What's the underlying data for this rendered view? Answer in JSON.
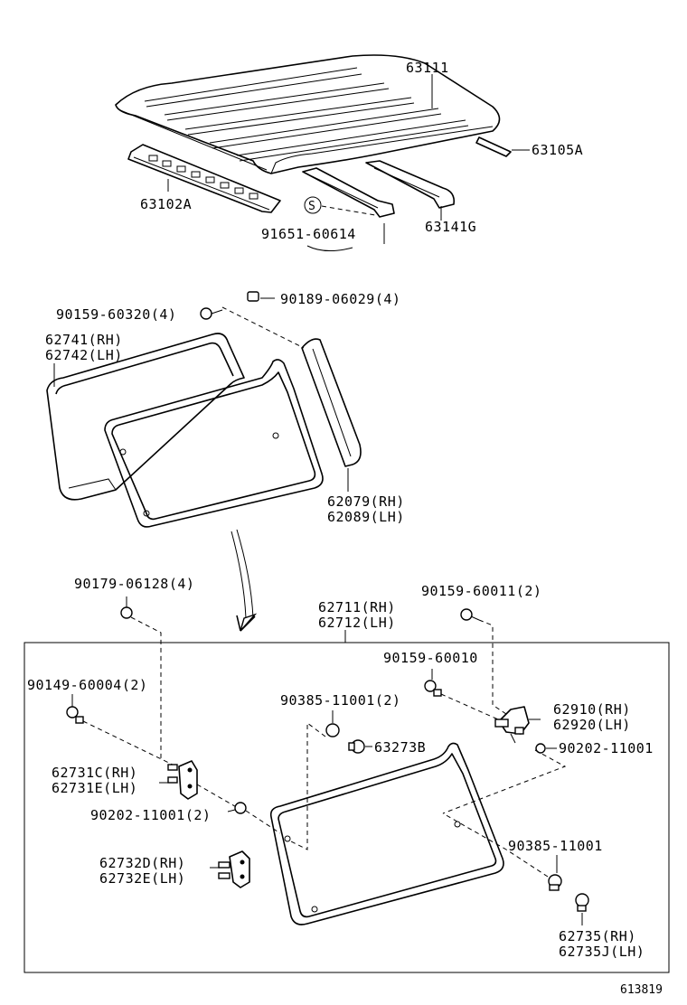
{
  "labels": {
    "roof_panel": "63111",
    "molding_right": "63105A",
    "rail_front": "63102A",
    "rail_side": "63141G",
    "s_mark": "S",
    "bolt_roof": "91651-60614",
    "screw_a": "90159-60320(4)",
    "nut_a": "90189-06029(4)",
    "glass_rh": "62741(RH)",
    "glass_lh": "62742(LH)",
    "trim_rh": "62079(RH)",
    "trim_lh": "62089(LH)",
    "clip_top": "90179-06128(4)",
    "window_rh": "62711(RH)",
    "window_lh": "62712(LH)",
    "screw_b": "90159-60011(2)",
    "screw_c": "90159-60010",
    "screw_d": "90149-60004(2)",
    "clip_e": "90385-11001(2)",
    "latch_rh": "62910(RH)",
    "latch_lh": "62920(LH)",
    "clip_f": "63273B",
    "washer_a": "90202-11001",
    "hinge_c_rh": "62731C(RH)",
    "hinge_e_lh": "62731E(LH)",
    "washer_b": "90202-11001(2)",
    "hinge_d_rh": "62732D(RH)",
    "hinge_e2_lh": "62732E(LH)",
    "clip_g": "90385-11001",
    "stopper_rh": "62735(RH)",
    "stopper_lh": "62735J(LH)",
    "diagram_id": "613819"
  }
}
